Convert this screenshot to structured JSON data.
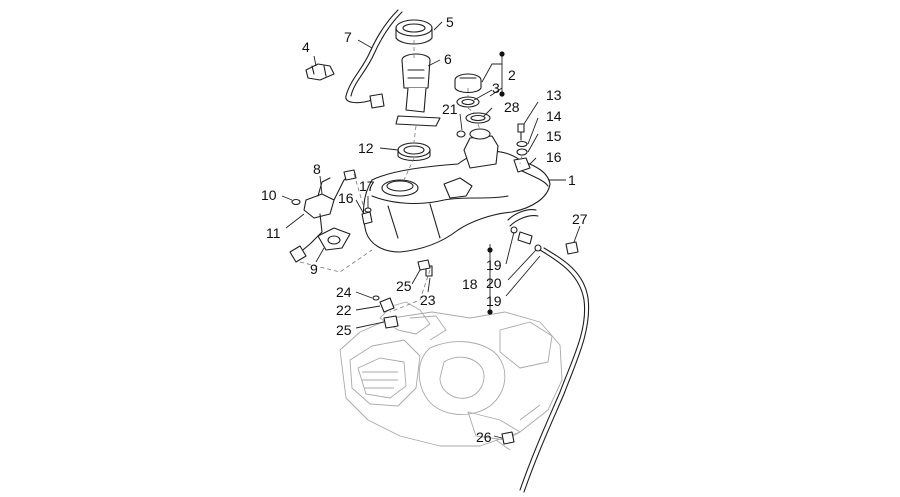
{
  "callouts": [
    {
      "id": "c1",
      "text": "1"
    },
    {
      "id": "c2",
      "text": "2"
    },
    {
      "id": "c3",
      "text": "3"
    },
    {
      "id": "c4",
      "text": "4"
    },
    {
      "id": "c5",
      "text": "5"
    },
    {
      "id": "c6",
      "text": "6"
    },
    {
      "id": "c7",
      "text": "7"
    },
    {
      "id": "c8",
      "text": "8"
    },
    {
      "id": "c9",
      "text": "9"
    },
    {
      "id": "c10",
      "text": "10"
    },
    {
      "id": "c11",
      "text": "11"
    },
    {
      "id": "c12",
      "text": "12"
    },
    {
      "id": "c13",
      "text": "13"
    },
    {
      "id": "c14",
      "text": "14"
    },
    {
      "id": "c15",
      "text": "15"
    },
    {
      "id": "c16a",
      "text": "16"
    },
    {
      "id": "c16b",
      "text": "16"
    },
    {
      "id": "c17",
      "text": "17"
    },
    {
      "id": "c18",
      "text": "18"
    },
    {
      "id": "c19a",
      "text": "19"
    },
    {
      "id": "c19b",
      "text": "19"
    },
    {
      "id": "c20",
      "text": "20"
    },
    {
      "id": "c21",
      "text": "21"
    },
    {
      "id": "c22",
      "text": "22"
    },
    {
      "id": "c23",
      "text": "23"
    },
    {
      "id": "c24",
      "text": "24"
    },
    {
      "id": "c25a",
      "text": "25"
    },
    {
      "id": "c25b",
      "text": "25"
    },
    {
      "id": "c26",
      "text": "26"
    },
    {
      "id": "c27",
      "text": "27"
    },
    {
      "id": "c28",
      "text": "28"
    }
  ],
  "colors": {
    "ink": "#1e1e1e",
    "ghost": "#a9a9a9",
    "background": "#ffffff"
  }
}
